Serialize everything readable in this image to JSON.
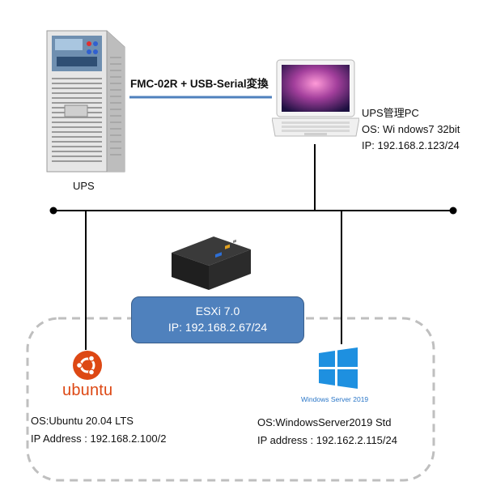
{
  "ups": {
    "label": "UPS",
    "icon": "ups-unit-icon"
  },
  "cable": {
    "label": "FMC-02R + USB-Serial変換"
  },
  "ups_pc": {
    "icon": "laptop-icon",
    "title": "UPS管理PC",
    "os": "OS: Wi ndows7 32bit",
    "ip": "IP: 192.168.2.123/24"
  },
  "esxi": {
    "icon": "mini-pc-icon",
    "name": "ESXi 7.0",
    "ip": "IP: 192.168.2.67/24"
  },
  "ubuntu": {
    "logo_word": "ubuntu",
    "os": "OS:Ubuntu 20.04 LTS",
    "ip": "IP Address : 192.168.2.100/2"
  },
  "windows": {
    "logo_word": "Windows Server 2019",
    "os": "OS:WindowsServer2019 Std",
    "ip": "IP address : 192.162.2.115/24"
  },
  "colors": {
    "cable": "#4f81bd",
    "esxi_fill": "#4f81bd",
    "ubuntu": "#dd4814",
    "windows": "#2b77c8",
    "dashed_border": "#bfbfbf"
  }
}
